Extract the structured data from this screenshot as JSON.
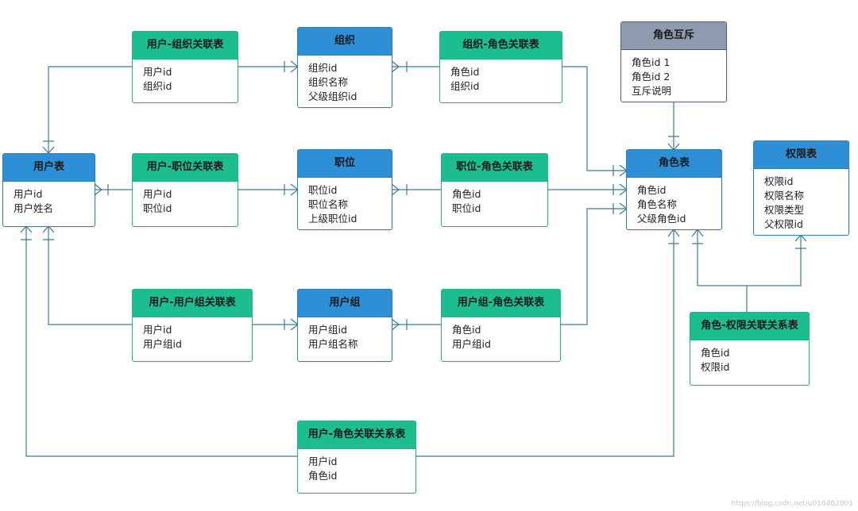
{
  "entities": {
    "user": {
      "title": "用户表",
      "fields": [
        "用户id",
        "用户姓名"
      ]
    },
    "user_org": {
      "title": "用户-组织关联表",
      "fields": [
        "用户id",
        "组织id"
      ]
    },
    "org": {
      "title": "组织",
      "fields": [
        "组织id",
        "组织名称",
        "父级组织id"
      ]
    },
    "org_role": {
      "title": "组织-角色关联表",
      "fields": [
        "角色id",
        "组织id"
      ]
    },
    "mutex": {
      "title": "角色互斥",
      "fields": [
        "角色id 1",
        "角色id 2",
        "互斥说明"
      ]
    },
    "role": {
      "title": "角色表",
      "fields": [
        "角色id",
        "角色名称",
        "父级角色id"
      ]
    },
    "perm": {
      "title": "权限表",
      "fields": [
        "权限id",
        "权限名称",
        "权限类型",
        "父权限id"
      ]
    },
    "user_pos": {
      "title": "用户-职位关联表",
      "fields": [
        "用户id",
        "职位id"
      ]
    },
    "pos": {
      "title": "职位",
      "fields": [
        "职位id",
        "职位名称",
        "上级职位id"
      ]
    },
    "pos_role": {
      "title": "职位-角色关联表",
      "fields": [
        "角色id",
        "职位id"
      ]
    },
    "role_perm": {
      "title": "角色-权限关联关系表",
      "fields": [
        "角色id",
        "权限id"
      ]
    },
    "user_group": {
      "title": "用户-用户组关联表",
      "fields": [
        "用户id",
        "用户组id"
      ]
    },
    "group": {
      "title": "用户组",
      "fields": [
        "用户组id",
        "用户组名称"
      ]
    },
    "group_role": {
      "title": "用户组-角色关联表",
      "fields": [
        "角色id",
        "用户组id"
      ]
    },
    "user_role": {
      "title": "用户-角色关联关系表",
      "fields": [
        "用户id",
        "角色id"
      ]
    }
  },
  "colors": {
    "entity_header": "#2d8fd6",
    "link_header": "#1cbd8f",
    "mutex_header": "#8e9aad",
    "connector": "#3a7d96"
  },
  "watermark": "https://blog.csdn.net/u010482001"
}
